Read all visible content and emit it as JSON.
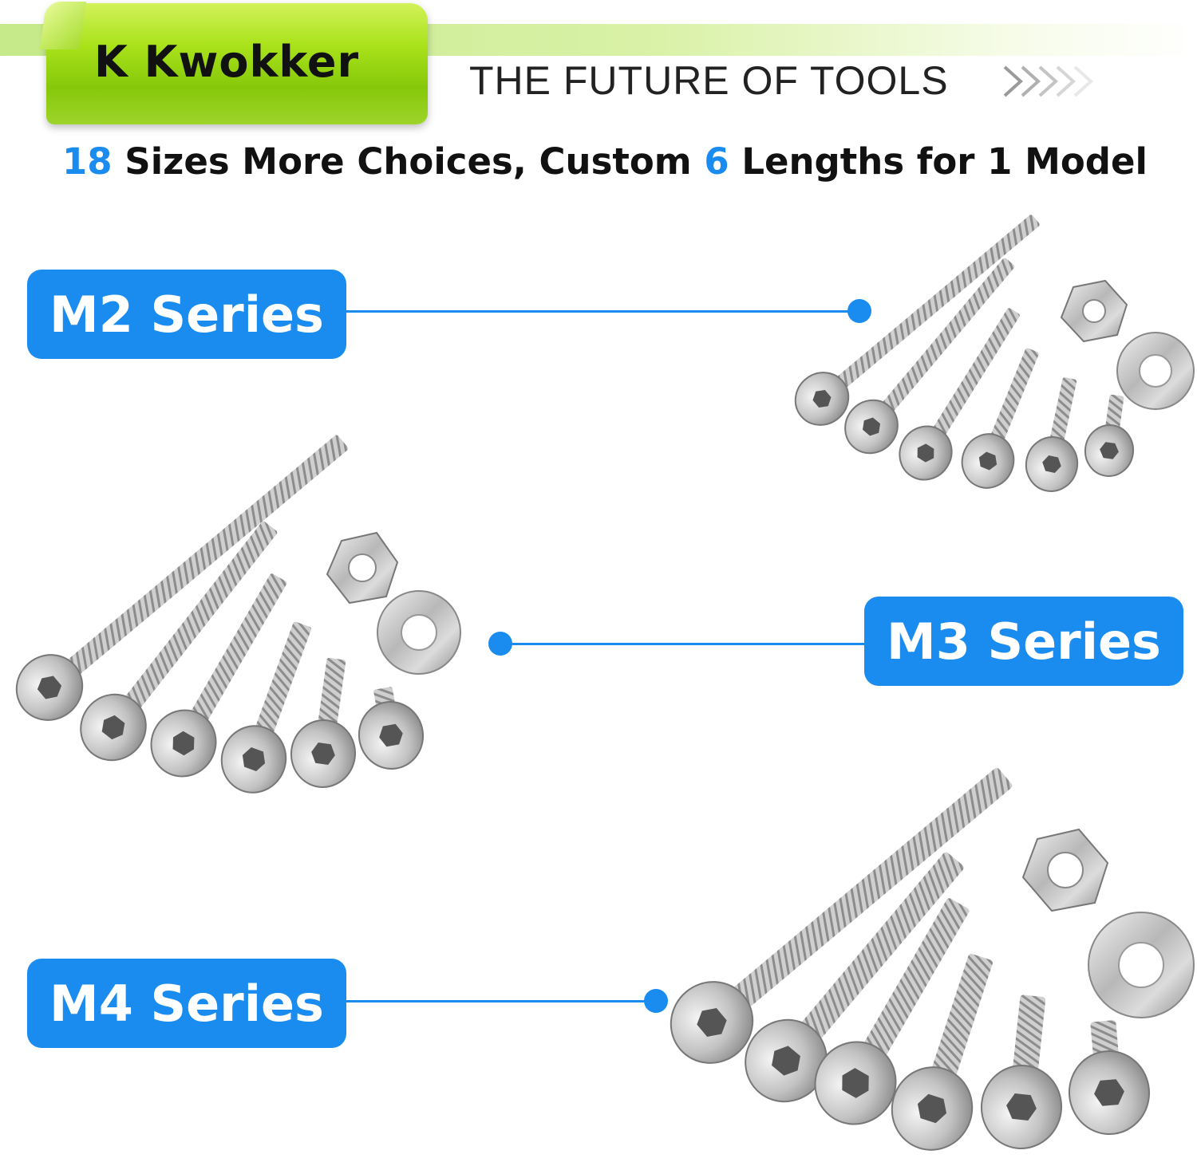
{
  "brand": {
    "logo": "K Kwokker",
    "tagline": "THE FUTURE OF TOOLS",
    "chevrons": ">>>>>"
  },
  "headline": {
    "n1": "18",
    "part1": " Sizes More Choices, Custom ",
    "n2": "6",
    "part2": " Lengths for 1 Model"
  },
  "series": {
    "m2": "M2 Series",
    "m3": "M3 Series",
    "m4": "M4 Series"
  },
  "colors": {
    "accent": "#1a8cf0",
    "brand_green": "#9ed42a"
  }
}
